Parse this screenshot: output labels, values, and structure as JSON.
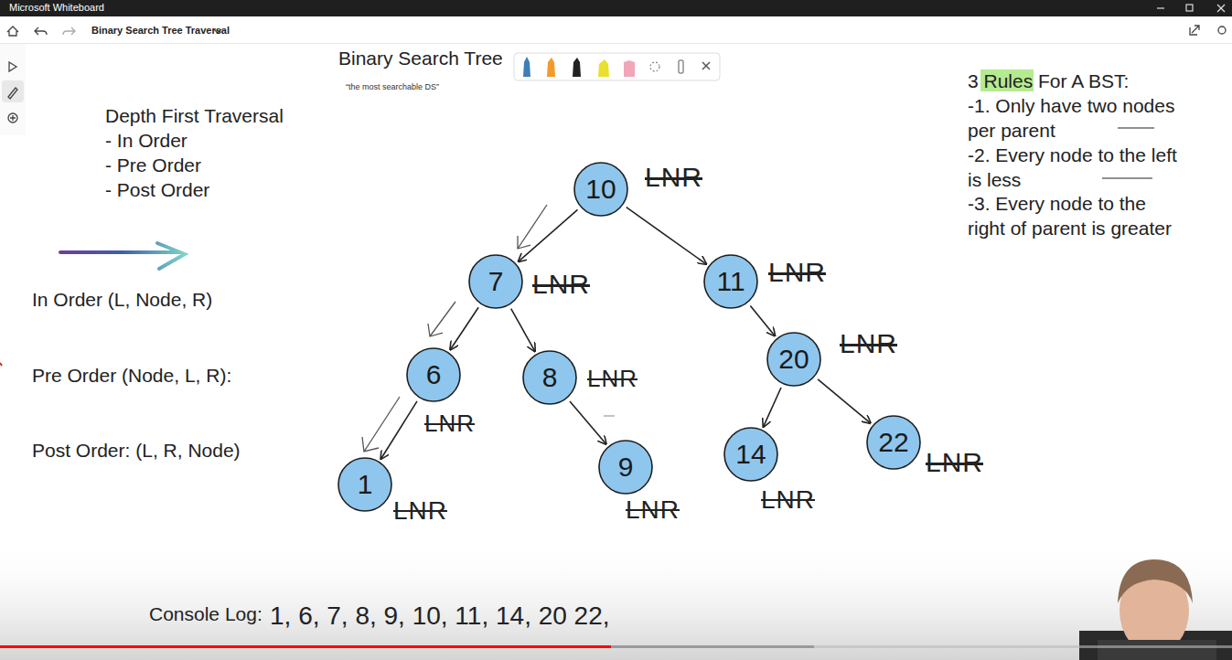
{
  "diagram": {
    "title": "Binary Search Tree",
    "nodes": [
      {
        "text": [
          "10"
        ]
      },
      {
        "text": [
          "7"
        ]
      },
      {
        "text": [
          "11"
        ]
      },
      {
        "text": [
          "6"
        ]
      },
      {
        "text": [
          "8"
        ]
      },
      {
        "text": [
          "20"
        ]
      },
      {
        "text": [
          "1"
        ]
      },
      {
        "text": [
          "9"
        ]
      },
      {
        "text": [
          "14"
        ]
      },
      {
        "text": [
          "22"
        ]
      }
    ],
    "edges": [
      {
        "from": 0,
        "to": 1,
        "arrow": "to"
      },
      {
        "from": 0,
        "to": 2,
        "arrow": "to"
      },
      {
        "from": 1,
        "to": 3,
        "arrow": "to"
      },
      {
        "from": 1,
        "to": 4,
        "arrow": "to"
      },
      {
        "from": 2,
        "to": 5,
        "arrow": "to"
      },
      {
        "from": 3,
        "to": 6,
        "arrow": "to"
      },
      {
        "from": 4,
        "to": 7,
        "arrow": "to"
      },
      {
        "from": 5,
        "to": 8,
        "arrow": "to"
      },
      {
        "from": 5,
        "to": 9,
        "arrow": "to"
      }
    ],
    "labels": [
      "Microsoft Whiteboard",
      "Binary Search Tree Traversal",
      "“the most searchable DS”",
      "Depth First Traversal",
      "- In Order",
      "- Pre Order",
      "- Post Order",
      "In Order (L, Node, R)",
      "Pre Order (Node, L, R):",
      "Post Order: (L, R, Node)",
      "3 Rules For A BST:",
      "-1. Only have two nodes per parent",
      "-2. Every node to the left is less",
      "-3. Every node to the right of parent is greater",
      "LNR",
      "LNR",
      "LNR",
      "LNR",
      "LNR",
      "LNR",
      "LNR",
      "LNR",
      "LNR",
      "LNR",
      "Console Log:",
      "1, 6, 7, 8, 9, 10, 11, 14, 20 22,"
    ]
  }
}
